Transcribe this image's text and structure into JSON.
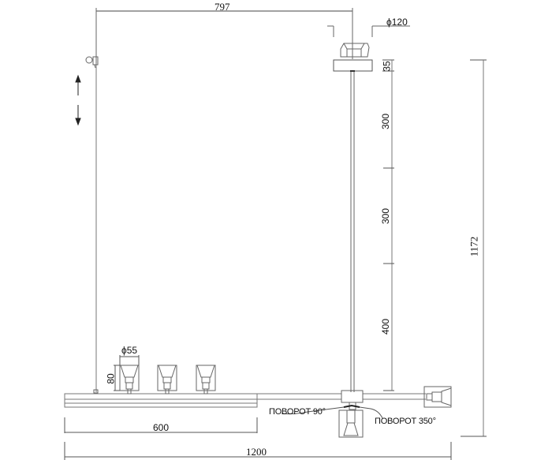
{
  "drawing": {
    "title": "Pendant track lamp dimension drawing",
    "dimensions": {
      "top_width": "797",
      "canopy_diameter": "ϕ120",
      "canopy_height": "35",
      "rod_segment_1": "300",
      "rod_segment_2": "300",
      "rod_segment_3": "400",
      "total_height": "1172",
      "shade_diameter": "ϕ55",
      "shade_height": "80",
      "short_bar_length": "600",
      "total_length": "1200"
    },
    "annotations": {
      "rotation_90": "ПОВОРОТ 90°",
      "rotation_350": "ПОВОРОТ 350°"
    },
    "icons": {
      "height_adjust": "up-down-arrows",
      "cable_gripper": "cable-clip"
    }
  }
}
